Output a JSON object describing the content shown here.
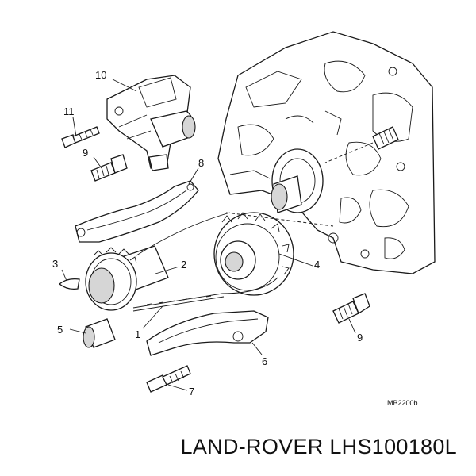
{
  "diagram": {
    "callouts": [
      "1",
      "2",
      "3",
      "4",
      "5",
      "6",
      "7",
      "8",
      "9",
      "9",
      "10",
      "11"
    ],
    "reference_code": "MB2200b"
  },
  "caption": "LAND-ROVER LHS100180L",
  "colors": {
    "line": "#1a1a1a",
    "shade": "#d6d6d6",
    "background": "#ffffff"
  }
}
